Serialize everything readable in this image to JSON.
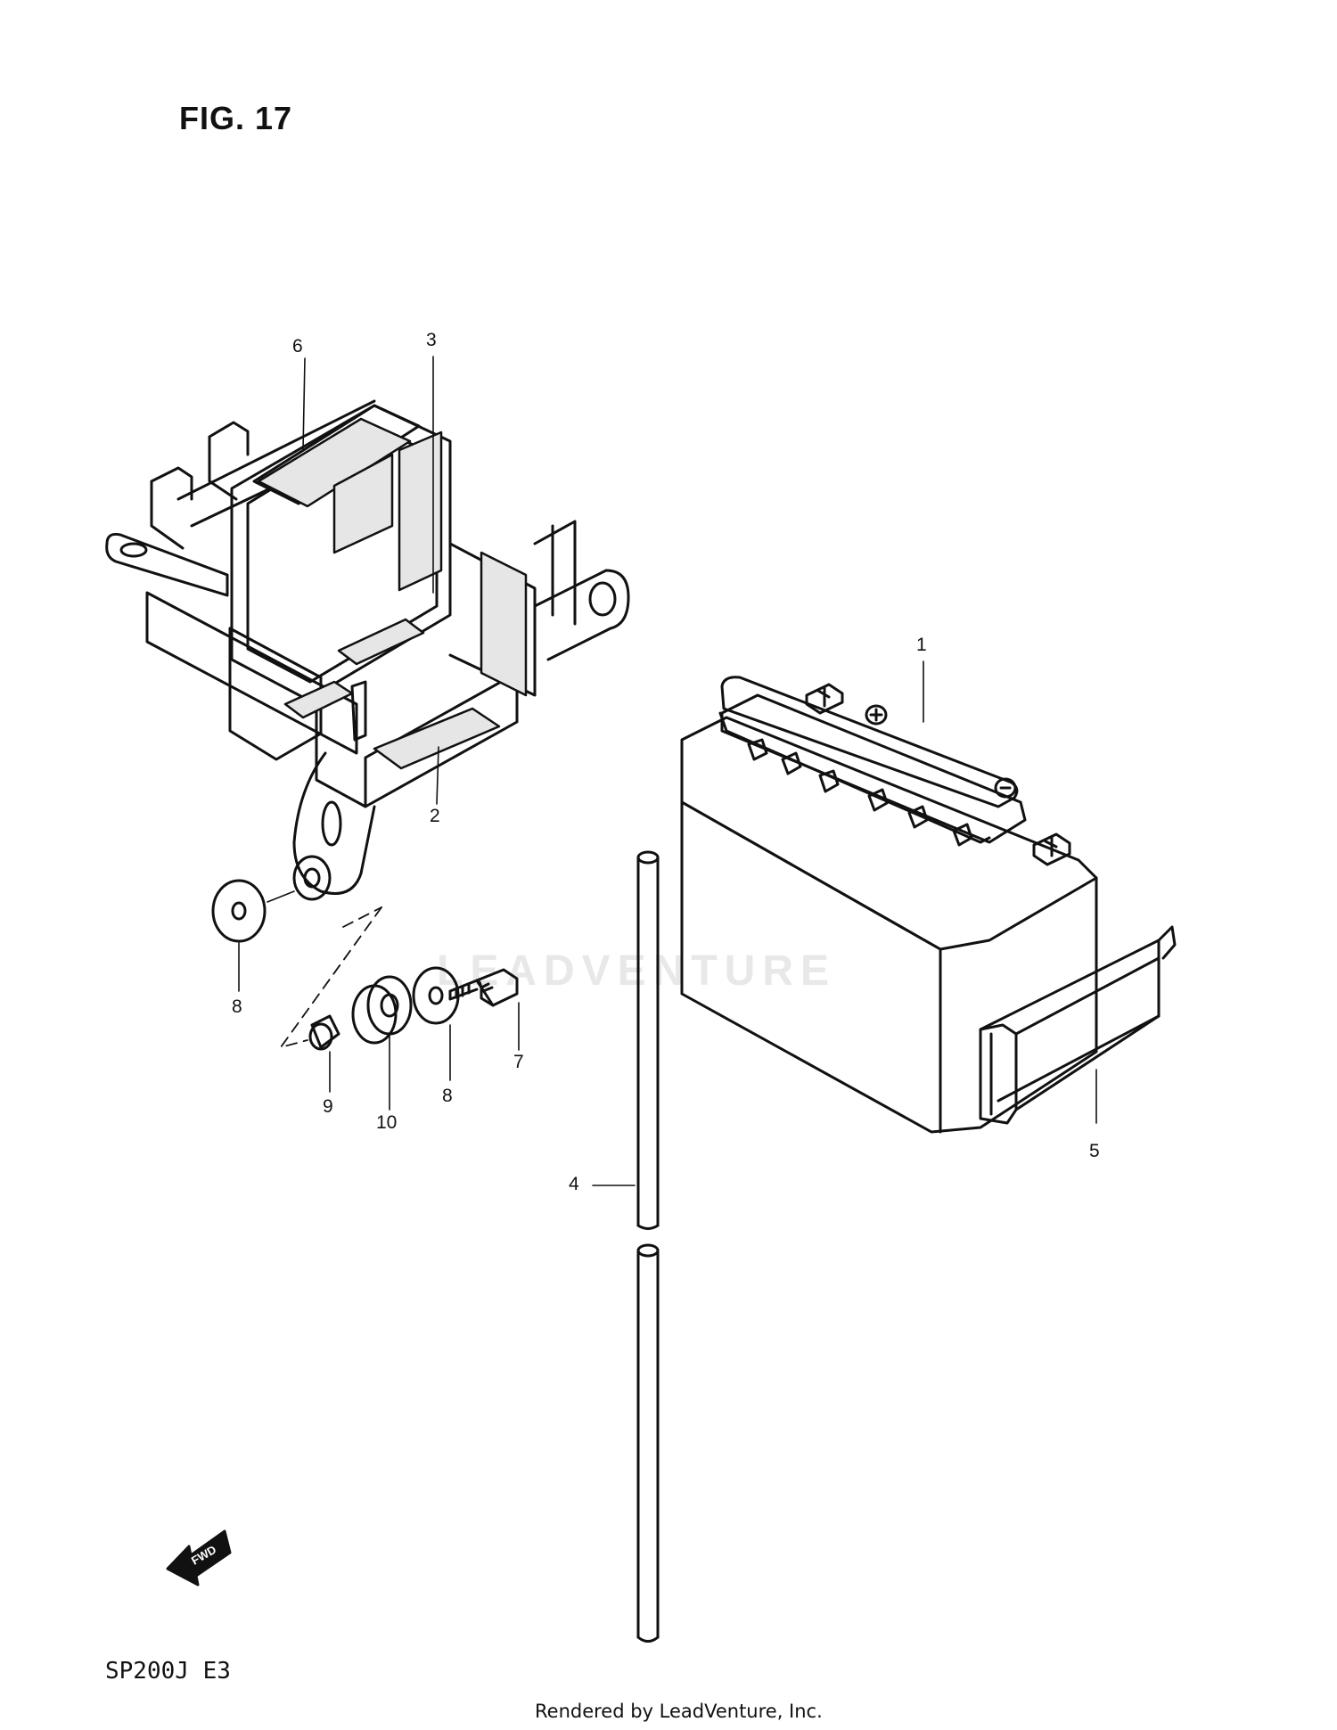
{
  "figure": {
    "title": "FIG. 17",
    "model_code": "SP200J  E3",
    "credit": "Rendered by LeadVenture, Inc.",
    "watermark": "LEADVENTURE"
  },
  "callouts": [
    {
      "id": "1",
      "label": "1"
    },
    {
      "id": "2",
      "label": "2"
    },
    {
      "id": "3",
      "label": "3"
    },
    {
      "id": "4",
      "label": "4"
    },
    {
      "id": "5",
      "label": "5"
    },
    {
      "id": "6",
      "label": "6"
    },
    {
      "id": "7",
      "label": "7"
    },
    {
      "id": "8a",
      "label": "8"
    },
    {
      "id": "8b",
      "label": "8"
    },
    {
      "id": "9",
      "label": "9"
    },
    {
      "id": "10",
      "label": "10"
    }
  ],
  "fwd_arrow": {
    "label": "FWD",
    "icon": "fwd-arrow-icon"
  }
}
